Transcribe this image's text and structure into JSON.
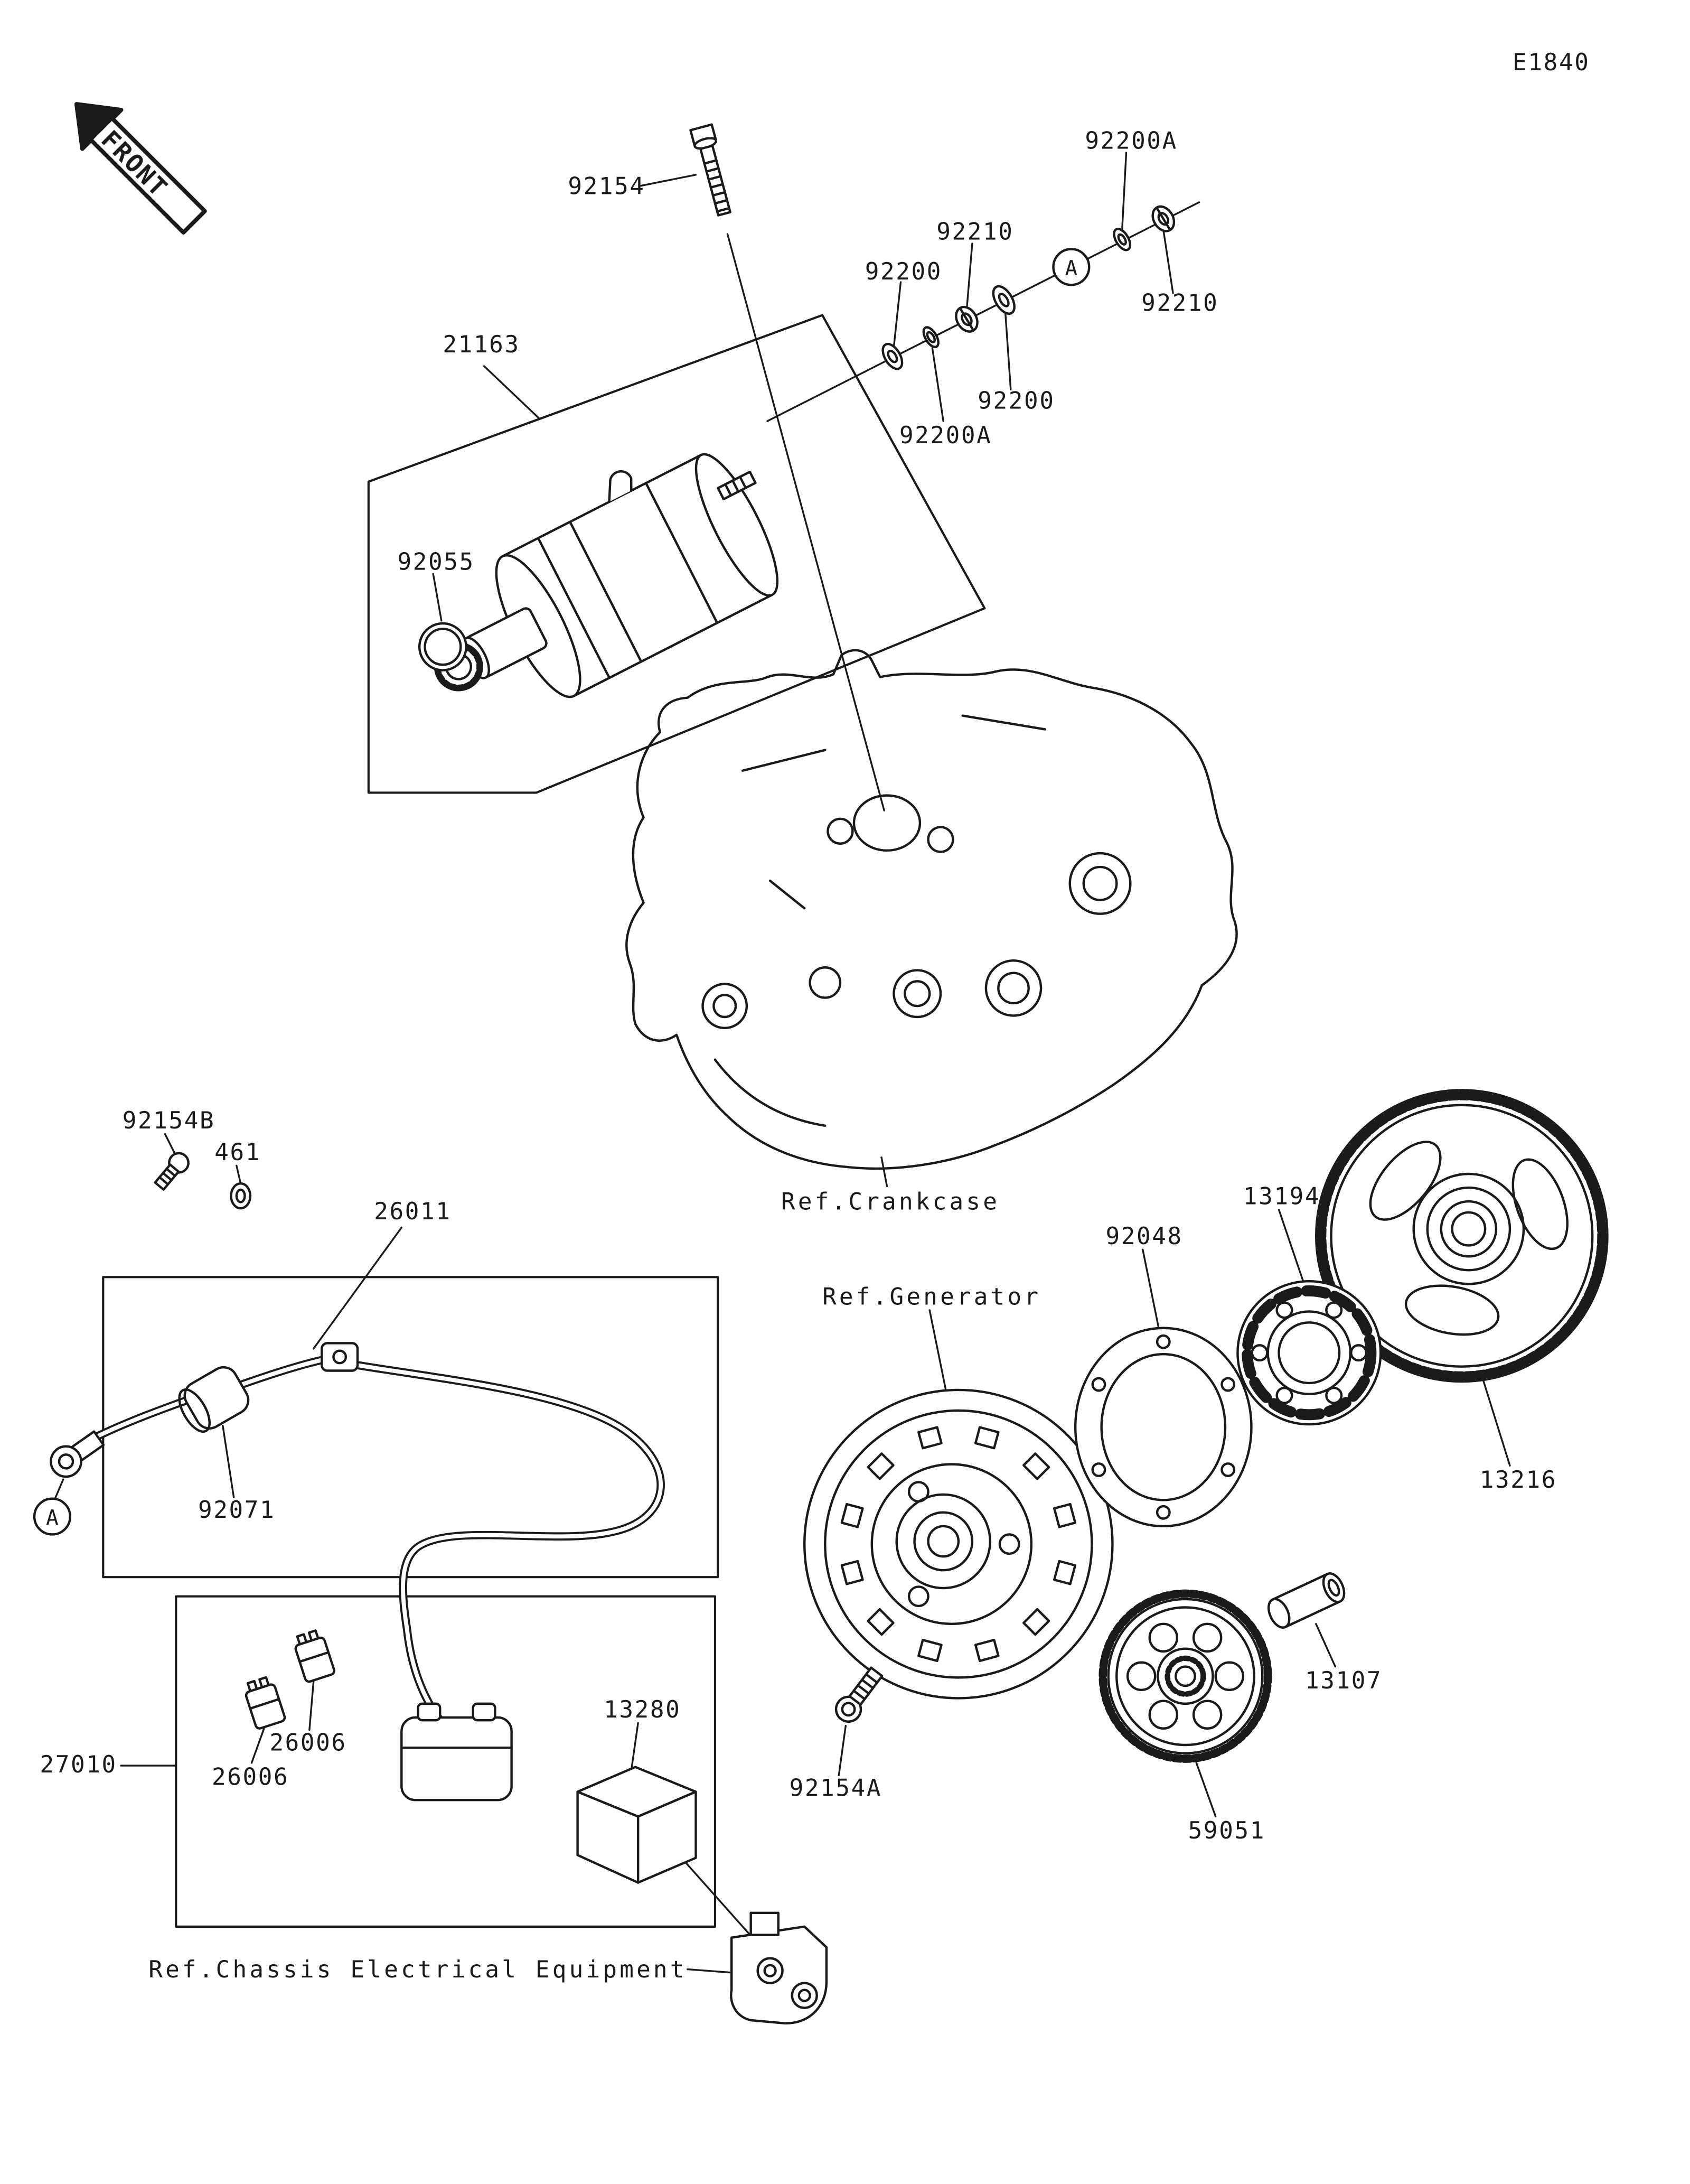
{
  "page": {
    "code": "E1840"
  },
  "front_marker": {
    "label": "FRONT"
  },
  "callouts": {
    "c92154": "92154",
    "c92200A_top": "92200A",
    "c92210_a": "92210",
    "c92200_a": "92200",
    "circle_a": "A",
    "c92210_b": "92210",
    "c92200_b": "92200",
    "c92200A_b": "92200A",
    "c21163": "21163",
    "c92055": "92055",
    "ref_crankcase": "Ref.Crankcase",
    "c92154B": "92154B",
    "c461": "461",
    "c26011": "26011",
    "c92071": "92071",
    "circle_a2": "A",
    "ref_generator": "Ref.Generator",
    "c92048": "92048",
    "c13194": "13194",
    "c13216": "13216",
    "c13107": "13107",
    "c92154A": "92154A",
    "c59051": "59051",
    "c27010": "27010",
    "c26006_a": "26006",
    "c26006_b": "26006",
    "c13280": "13280",
    "ref_chassis": "Ref.Chassis Electrical Equipment"
  },
  "colors": {
    "ink": "#1a1a1a",
    "paper": "#ffffff"
  }
}
